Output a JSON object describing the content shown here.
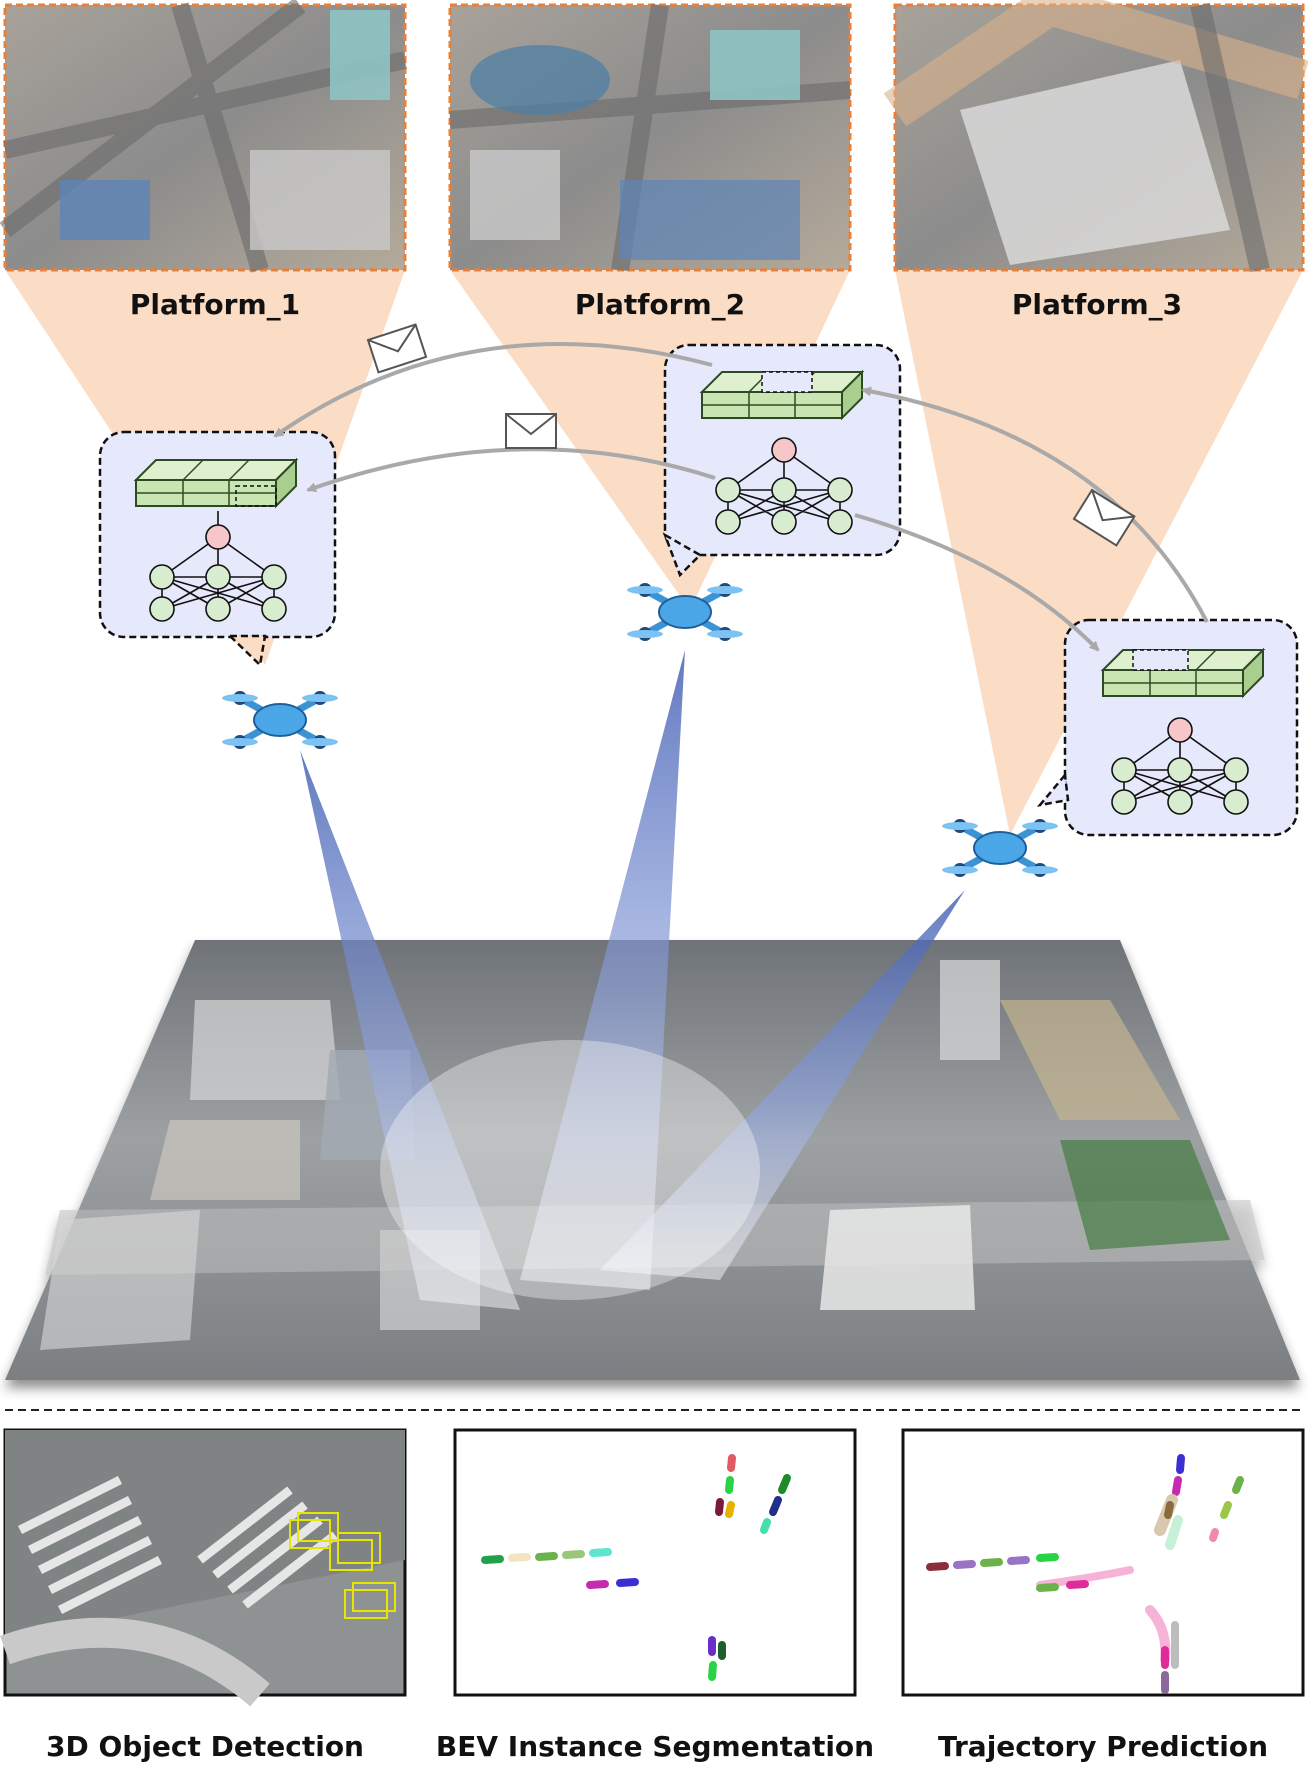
{
  "platforms": [
    {
      "label": "Platform_1"
    },
    {
      "label": "Platform_2"
    },
    {
      "label": "Platform_3"
    }
  ],
  "tasks": [
    {
      "label": "3D Object Detection"
    },
    {
      "label": "BEV Instance Segmentation"
    },
    {
      "label": "Trajectory Prediction"
    }
  ],
  "colors": {
    "frustum": "#fbdcc4",
    "platform_border": "#e8803a",
    "bubble_fill": "#e6e8fb",
    "voxel_fill": "#c9e6b2",
    "voxel_stroke": "#3d6b2d",
    "node_fill": "#d8ecd0",
    "output_node_fill": "#f6c7c9",
    "message_arrow": "#a9a9a9",
    "drone": "#4aa6e6",
    "beam": "#5570bf"
  },
  "icons": {
    "message": "envelope-icon",
    "platform": "drone-icon",
    "model": "neural-network-icon",
    "feature": "voxel-grid-icon"
  }
}
